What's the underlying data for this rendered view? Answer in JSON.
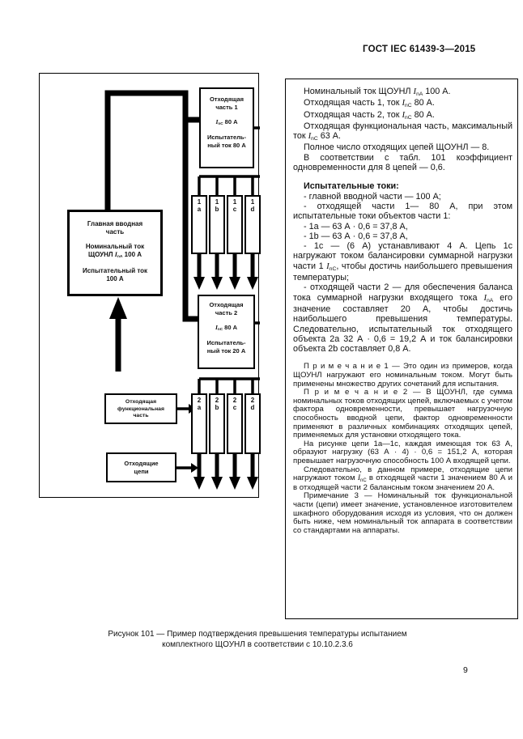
{
  "page": {
    "header": "ГОСТ IEC 61439-3—2015",
    "page_number": "9",
    "caption_line1": "Рисунок 101 — Пример подтверждения превышения температуры испытанием",
    "caption_line2": "комплектного ЩОУНЛ в соответствии с 10.10.2.3.6"
  },
  "diagram": {
    "main_box": {
      "lines": [
        "Главная вводная",
        "часть",
        "",
        "Номинальный ток",
        "ЩОУНЛ [I:nA] 100 А",
        "",
        "Испытательный ток",
        "100 А"
      ]
    },
    "outgoing_part1_box": {
      "lines": [
        "Отходящая",
        "часть 1",
        "",
        "[I:nC] 80 А",
        "",
        "Испытатель-",
        "ный ток 80 А"
      ]
    },
    "outgoing_part2_box": {
      "lines": [
        "Отходящая",
        "часть 2",
        "",
        "[I:nC] 80 А",
        "",
        "Испытатель-",
        "ный ток 20 А"
      ]
    },
    "functional_box": {
      "lines": [
        "Отходящая",
        "функциональная",
        "часть"
      ]
    },
    "outgoing_circuits_box": {
      "lines": [
        "Отходящие",
        "цепи"
      ]
    },
    "columns1": [
      "1a",
      "1b",
      "1c",
      "1d"
    ],
    "columns2": [
      "2a",
      "2b",
      "2c",
      "2d"
    ]
  },
  "panel": {
    "paragraphs": [
      {
        "style": "body",
        "text": "Номинальный ток ЩОУНЛ [I:nA] 100 А."
      },
      {
        "style": "body",
        "text": "Отходящая часть 1, ток [I:nC] 80 А."
      },
      {
        "style": "body",
        "text": "Отходящая часть 2, ток [I:nC] 80 А."
      },
      {
        "style": "body",
        "text": "Отходящая функциональная часть, максимальный ток [I:nC] 63 А."
      },
      {
        "style": "body",
        "text": "Полное число отходящих цепей ЩОУНЛ — 8."
      },
      {
        "style": "body",
        "text": "В соответствии с табл. 101 коэффициент одновременности для 8 цепей — 0,6."
      },
      {
        "style": "heading",
        "text": "Испытательные токи:"
      },
      {
        "style": "body",
        "text": "- главной вводной части — 100 А;"
      },
      {
        "style": "body",
        "text": "- отходящей части 1— 80 А, при этом испытательные токи объектов части 1:"
      },
      {
        "style": "body",
        "text": "- 1a — 63 А · 0,6 = 37,8 А,"
      },
      {
        "style": "body",
        "text": "- 1b — 63 А · 0,6 = 37,8 А,"
      },
      {
        "style": "body",
        "text": "- 1c — (6 А) устанавливают 4 А. Цепь 1c нагружают током балансировки суммарной нагрузки части 1 [I:nC], чтобы достичь наибольшего превышения температуры;"
      },
      {
        "style": "body",
        "text": "- отходящей части 2 — для обеспечения баланса тока суммарной нагрузки входящего тока [I:nA] его значение составляет 20 А, чтобы достичь наибольшего превышения температуры. Следовательно, испытательный ток отходящего объекта 2a 32 А · 0,6 = 19,2 А и ток балансировки объекта 2b составляет 0,8 А."
      },
      {
        "style": "note-first",
        "text": "П р и м е ч а н и е  1 — Это один из примеров, когда ЩОУНЛ нагружают его номинальным током. Могут быть применены множество других сочетаний для испытания."
      },
      {
        "style": "note",
        "text": "П р и м е ч а н и е  2 — В ЩОУНЛ, где сумма номинальных токов отходящих цепей, включаемых с учетом фактора одновременности, превышает нагрузочную способность вводной цепи, фактор одновременности применяют в различных комбинациях отходящих цепей, применяемых для установки отходящего тока."
      },
      {
        "style": "note",
        "text": "На рисунке цепи 1a—1c, каждая имеющая ток 63 А, образуют нагрузку (63 А · 4) · 0,6 = 151,2 А, которая превышает нагрузочную способность 100 А входящей цепи."
      },
      {
        "style": "note",
        "text": "Следовательно, в данном примере, отходящие цепи нагружают током [I:nC] в отходящей части 1 значением 80 А и в отходящей части 2 балансным током значением 20 А."
      },
      {
        "style": "note",
        "text": "Примечание 3 — Номинальный ток функциональной части (цепи) имеет значение, установленное изготовителем шкафного оборудования исходя из условия, что он должен быть ниже, чем номинальный ток аппарата в соответствии со стандартами на аппараты."
      }
    ]
  }
}
